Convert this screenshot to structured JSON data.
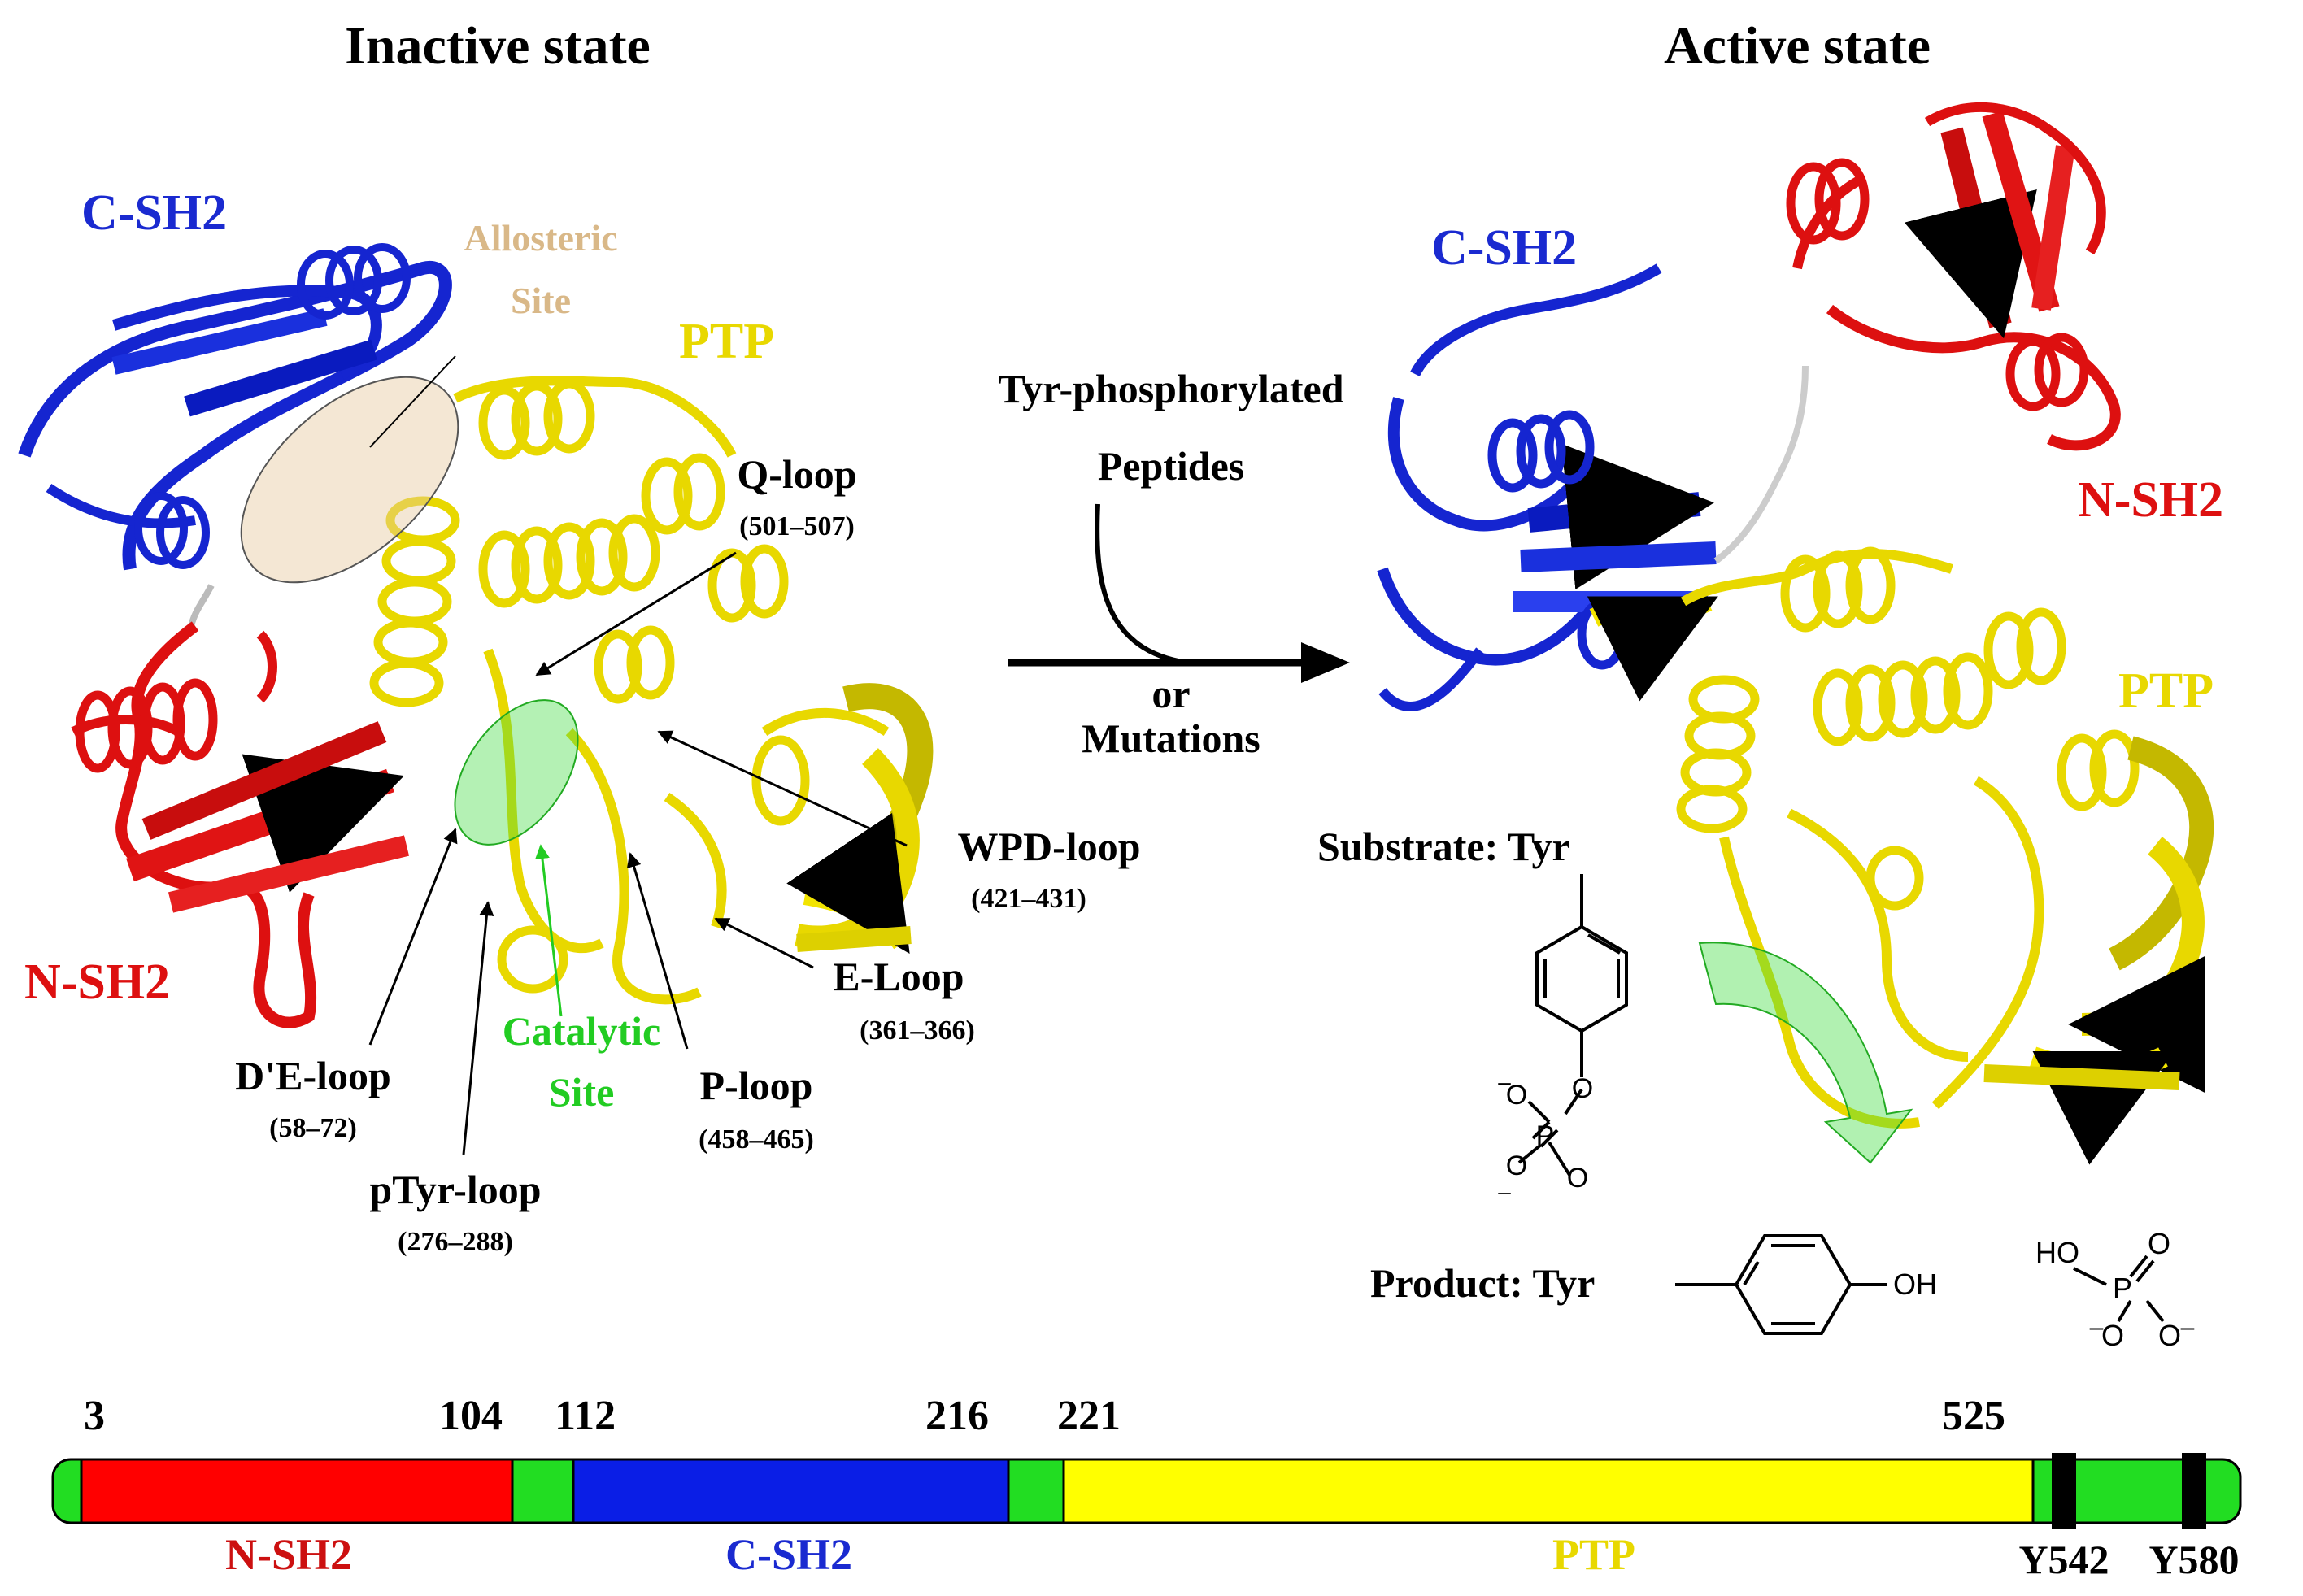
{
  "headings": {
    "inactive": "Inactive state",
    "active": "Active state"
  },
  "inactive": {
    "csh2": "C-SH2",
    "nsh2": "N-SH2",
    "ptp": "PTP",
    "allosteric_line1": "Allosteric",
    "allosteric_line2": "Site",
    "catalytic_line1": "Catalytic",
    "catalytic_line2": "Site",
    "loops": [
      {
        "name": "Q-loop",
        "range": "(501–507)"
      },
      {
        "name": "WPD-loop",
        "range": "(421–431)"
      },
      {
        "name": "E-Loop",
        "range": "(361–366)"
      },
      {
        "name": "P-loop",
        "range": "(458–465)"
      },
      {
        "name": "D'E-loop",
        "range": "(58–72)"
      },
      {
        "name": "pTyr-loop",
        "range": "(276–288)"
      }
    ]
  },
  "transition": {
    "line1": "Tyr-phosphorylated",
    "line2": "Peptides",
    "or": "or",
    "mutations": "Mutations"
  },
  "active": {
    "csh2": "C-SH2",
    "nsh2": "N-SH2",
    "ptp": "PTP",
    "substrate": "Substrate: Tyr",
    "product": "Product: Tyr",
    "oh": "OH",
    "ho": "HO",
    "o": "O",
    "p": "P",
    "minus": "–"
  },
  "domain_bar": {
    "residue_labels": [
      "3",
      "104",
      "112",
      "216",
      "221",
      "525"
    ],
    "segments": [
      {
        "name": "N-SH2",
        "start": 3,
        "end": 104,
        "color": "#ff0000",
        "label_color": "#cc1010"
      },
      {
        "name": "C-SH2",
        "start": 112,
        "end": 216,
        "color": "#0a1ee6",
        "label_color": "#1a2ad0"
      },
      {
        "name": "PTP",
        "start": 221,
        "end": 525,
        "color": "#ffff00",
        "label_color": "#e8d800"
      }
    ],
    "tyrosines": [
      "Y542",
      "Y580"
    ],
    "linker_color": "#22dd22"
  },
  "colors": {
    "nsh2": "#dd1010",
    "csh2": "#1525d0",
    "ptp": "#f5e600",
    "allosteric": "#e6c9a0",
    "catalytic": "#22cc22"
  }
}
